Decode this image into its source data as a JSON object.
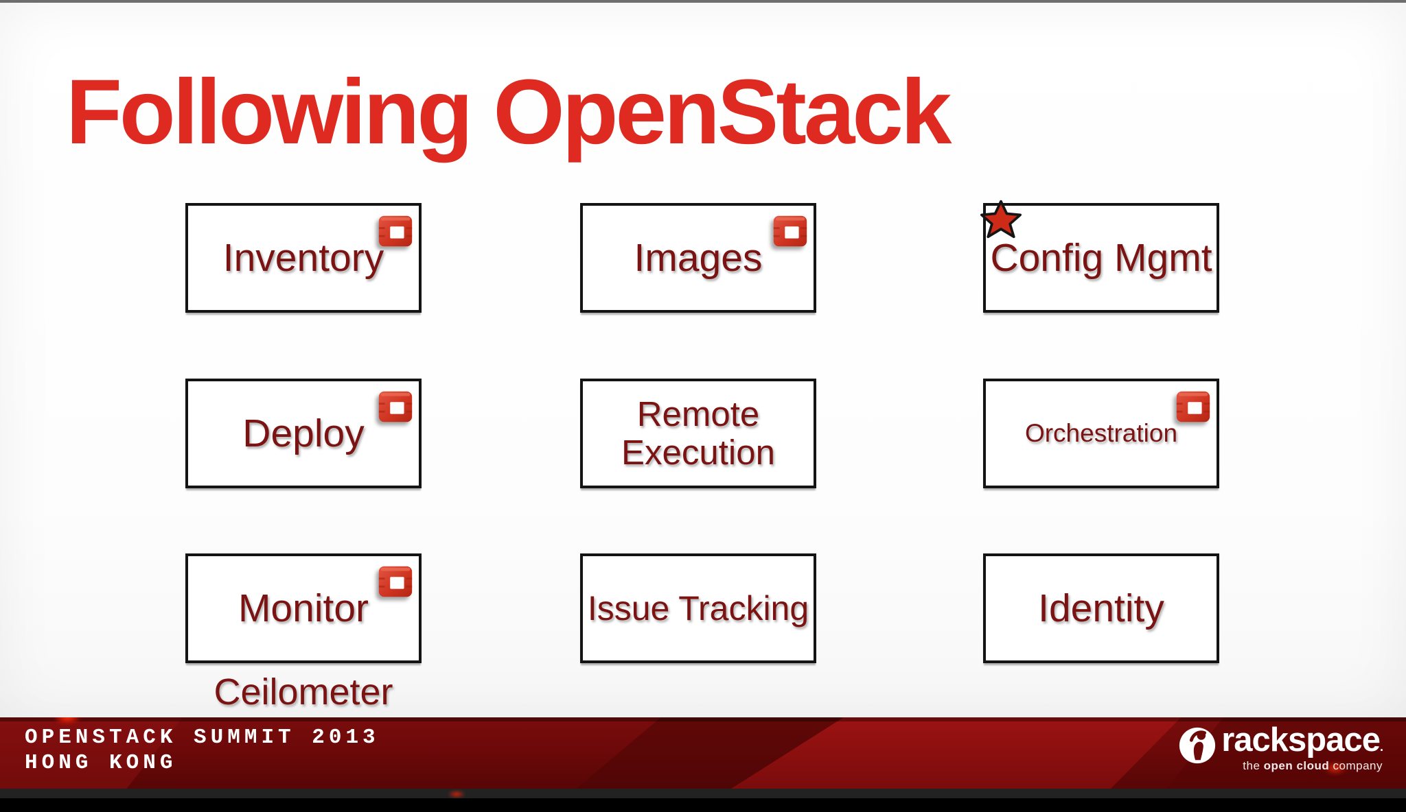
{
  "slide": {
    "title": "Following OpenStack",
    "boxes": [
      {
        "label": "Inventory",
        "icon": "openstack-cube"
      },
      {
        "label": "Images",
        "icon": "openstack-cube"
      },
      {
        "label": "Config Mgmt",
        "icon": "star"
      },
      {
        "label": "Deploy",
        "icon": "openstack-cube"
      },
      {
        "label": "Remote Execution",
        "icon": "none"
      },
      {
        "label": "Orchestration",
        "icon": "openstack-cube"
      },
      {
        "label": "Monitor",
        "icon": "openstack-cube"
      },
      {
        "label": "Issue Tracking",
        "icon": "none"
      },
      {
        "label": "Identity",
        "icon": "none"
      }
    ],
    "caption": "Ceilometer"
  },
  "colors": {
    "title_red": "#de2a20",
    "label_maroon": "#7b1313",
    "band_red": "#6d0909",
    "star_red": "#cd2a17",
    "cube_red": "#c93420"
  },
  "footer": {
    "event_line1": "OPENSTACK SUMMIT 2013",
    "event_line2": "HONG KONG",
    "brand_name": "rackspace",
    "brand_mark": ".",
    "tagline_pre": "the ",
    "tagline_bold": "open cloud",
    "tagline_post": " company"
  }
}
